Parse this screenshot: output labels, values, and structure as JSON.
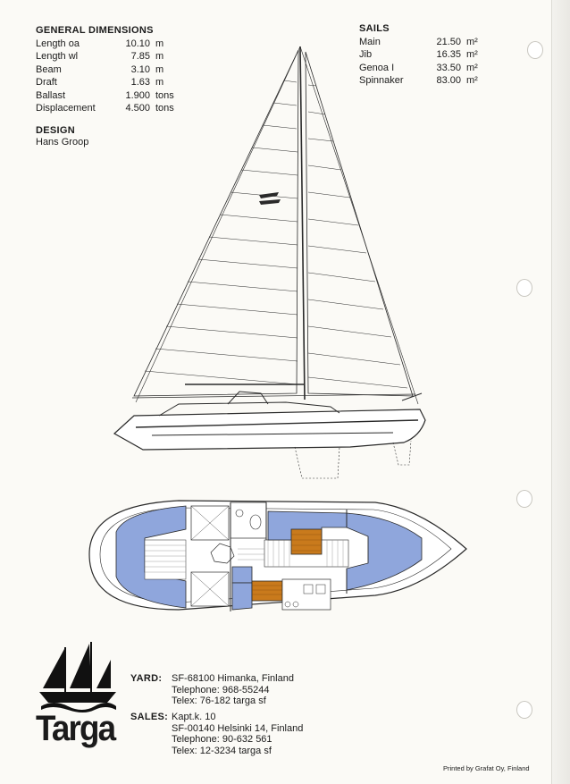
{
  "general": {
    "heading": "GENERAL DIMENSIONS",
    "rows": [
      {
        "label": "Length oa",
        "value": "10.10",
        "unit": "m"
      },
      {
        "label": "Length wl",
        "value": "7.85",
        "unit": "m"
      },
      {
        "label": "Beam",
        "value": "3.10",
        "unit": "m"
      },
      {
        "label": "Draft",
        "value": "1.63",
        "unit": "m"
      },
      {
        "label": "Ballast",
        "value": "1.900",
        "unit": "tons"
      },
      {
        "label": "Displacement",
        "value": "4.500",
        "unit": "tons"
      }
    ]
  },
  "design": {
    "heading": "DESIGN",
    "designer": "Hans Groop"
  },
  "sails": {
    "heading": "SAILS",
    "rows": [
      {
        "label": "Main",
        "value": "21.50",
        "unit": "m²"
      },
      {
        "label": "Jib",
        "value": "16.35",
        "unit": "m²"
      },
      {
        "label": "Genoa I",
        "value": "33.50",
        "unit": "m²"
      },
      {
        "label": "Spinnaker",
        "value": "83.00",
        "unit": "m²"
      }
    ]
  },
  "brand": {
    "name": "Targa"
  },
  "yard": {
    "label": "YARD:",
    "lines": [
      "SF-68100 Himanka, Finland",
      "Telephone: 968-55244",
      "Telex: 76-182 targa sf"
    ]
  },
  "sales": {
    "label": "SALES:",
    "lines": [
      "Kapt.k. 10",
      "SF-00140 Helsinki 14, Finland",
      "Telephone: 90-632 561",
      "Telex: 12-3234 targa sf"
    ]
  },
  "footer": {
    "printed": "Printed by Grafat Oy, Finland"
  },
  "colors": {
    "cushion": "#8fa6dc",
    "wood": "#c97a1c",
    "ink": "#1b1b1b",
    "paper": "#fbfaf6"
  }
}
